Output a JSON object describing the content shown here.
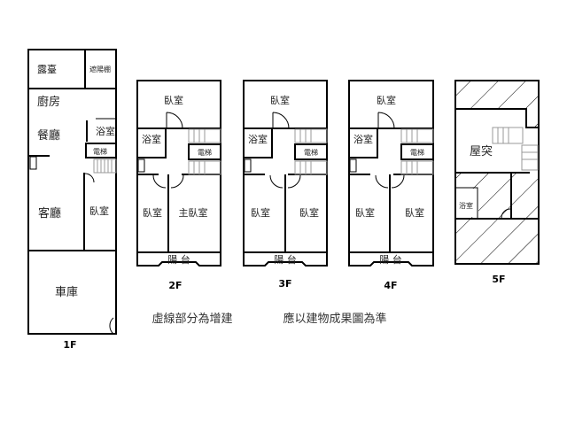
{
  "floors": {
    "f1": {
      "label": "1F",
      "rooms": {
        "terrace": "露臺",
        "awning": "遮陽棚",
        "kitchen": "廚房",
        "dining": "餐廳",
        "bath": "浴室",
        "elevator": "電梯",
        "living": "客廳",
        "bedroom": "臥室",
        "garage": "車庫"
      }
    },
    "f2": {
      "label": "2F",
      "rooms": {
        "bedroom_top": "臥室",
        "bath": "浴室",
        "elevator": "電梯",
        "bedroom": "臥室",
        "master": "主臥室",
        "balcony": "陽 台"
      }
    },
    "f3": {
      "label": "3F",
      "rooms": {
        "bedroom_top": "臥室",
        "bath": "浴室",
        "elevator": "電梯",
        "bedroom": "臥室",
        "bedroom2": "臥室",
        "balcony": "陽 台"
      }
    },
    "f4": {
      "label": "4F",
      "rooms": {
        "bedroom_top": "臥室",
        "bath": "浴室",
        "elevator": "電梯",
        "bedroom": "臥室",
        "bedroom2": "臥室",
        "balcony": "陽 台"
      }
    },
    "f5": {
      "label": "5F",
      "rooms": {
        "roof": "屋突",
        "bath": "浴室"
      }
    }
  },
  "notes": {
    "extension": "虛線部分為增建",
    "disclaimer": "應以建物成果圖為準"
  }
}
